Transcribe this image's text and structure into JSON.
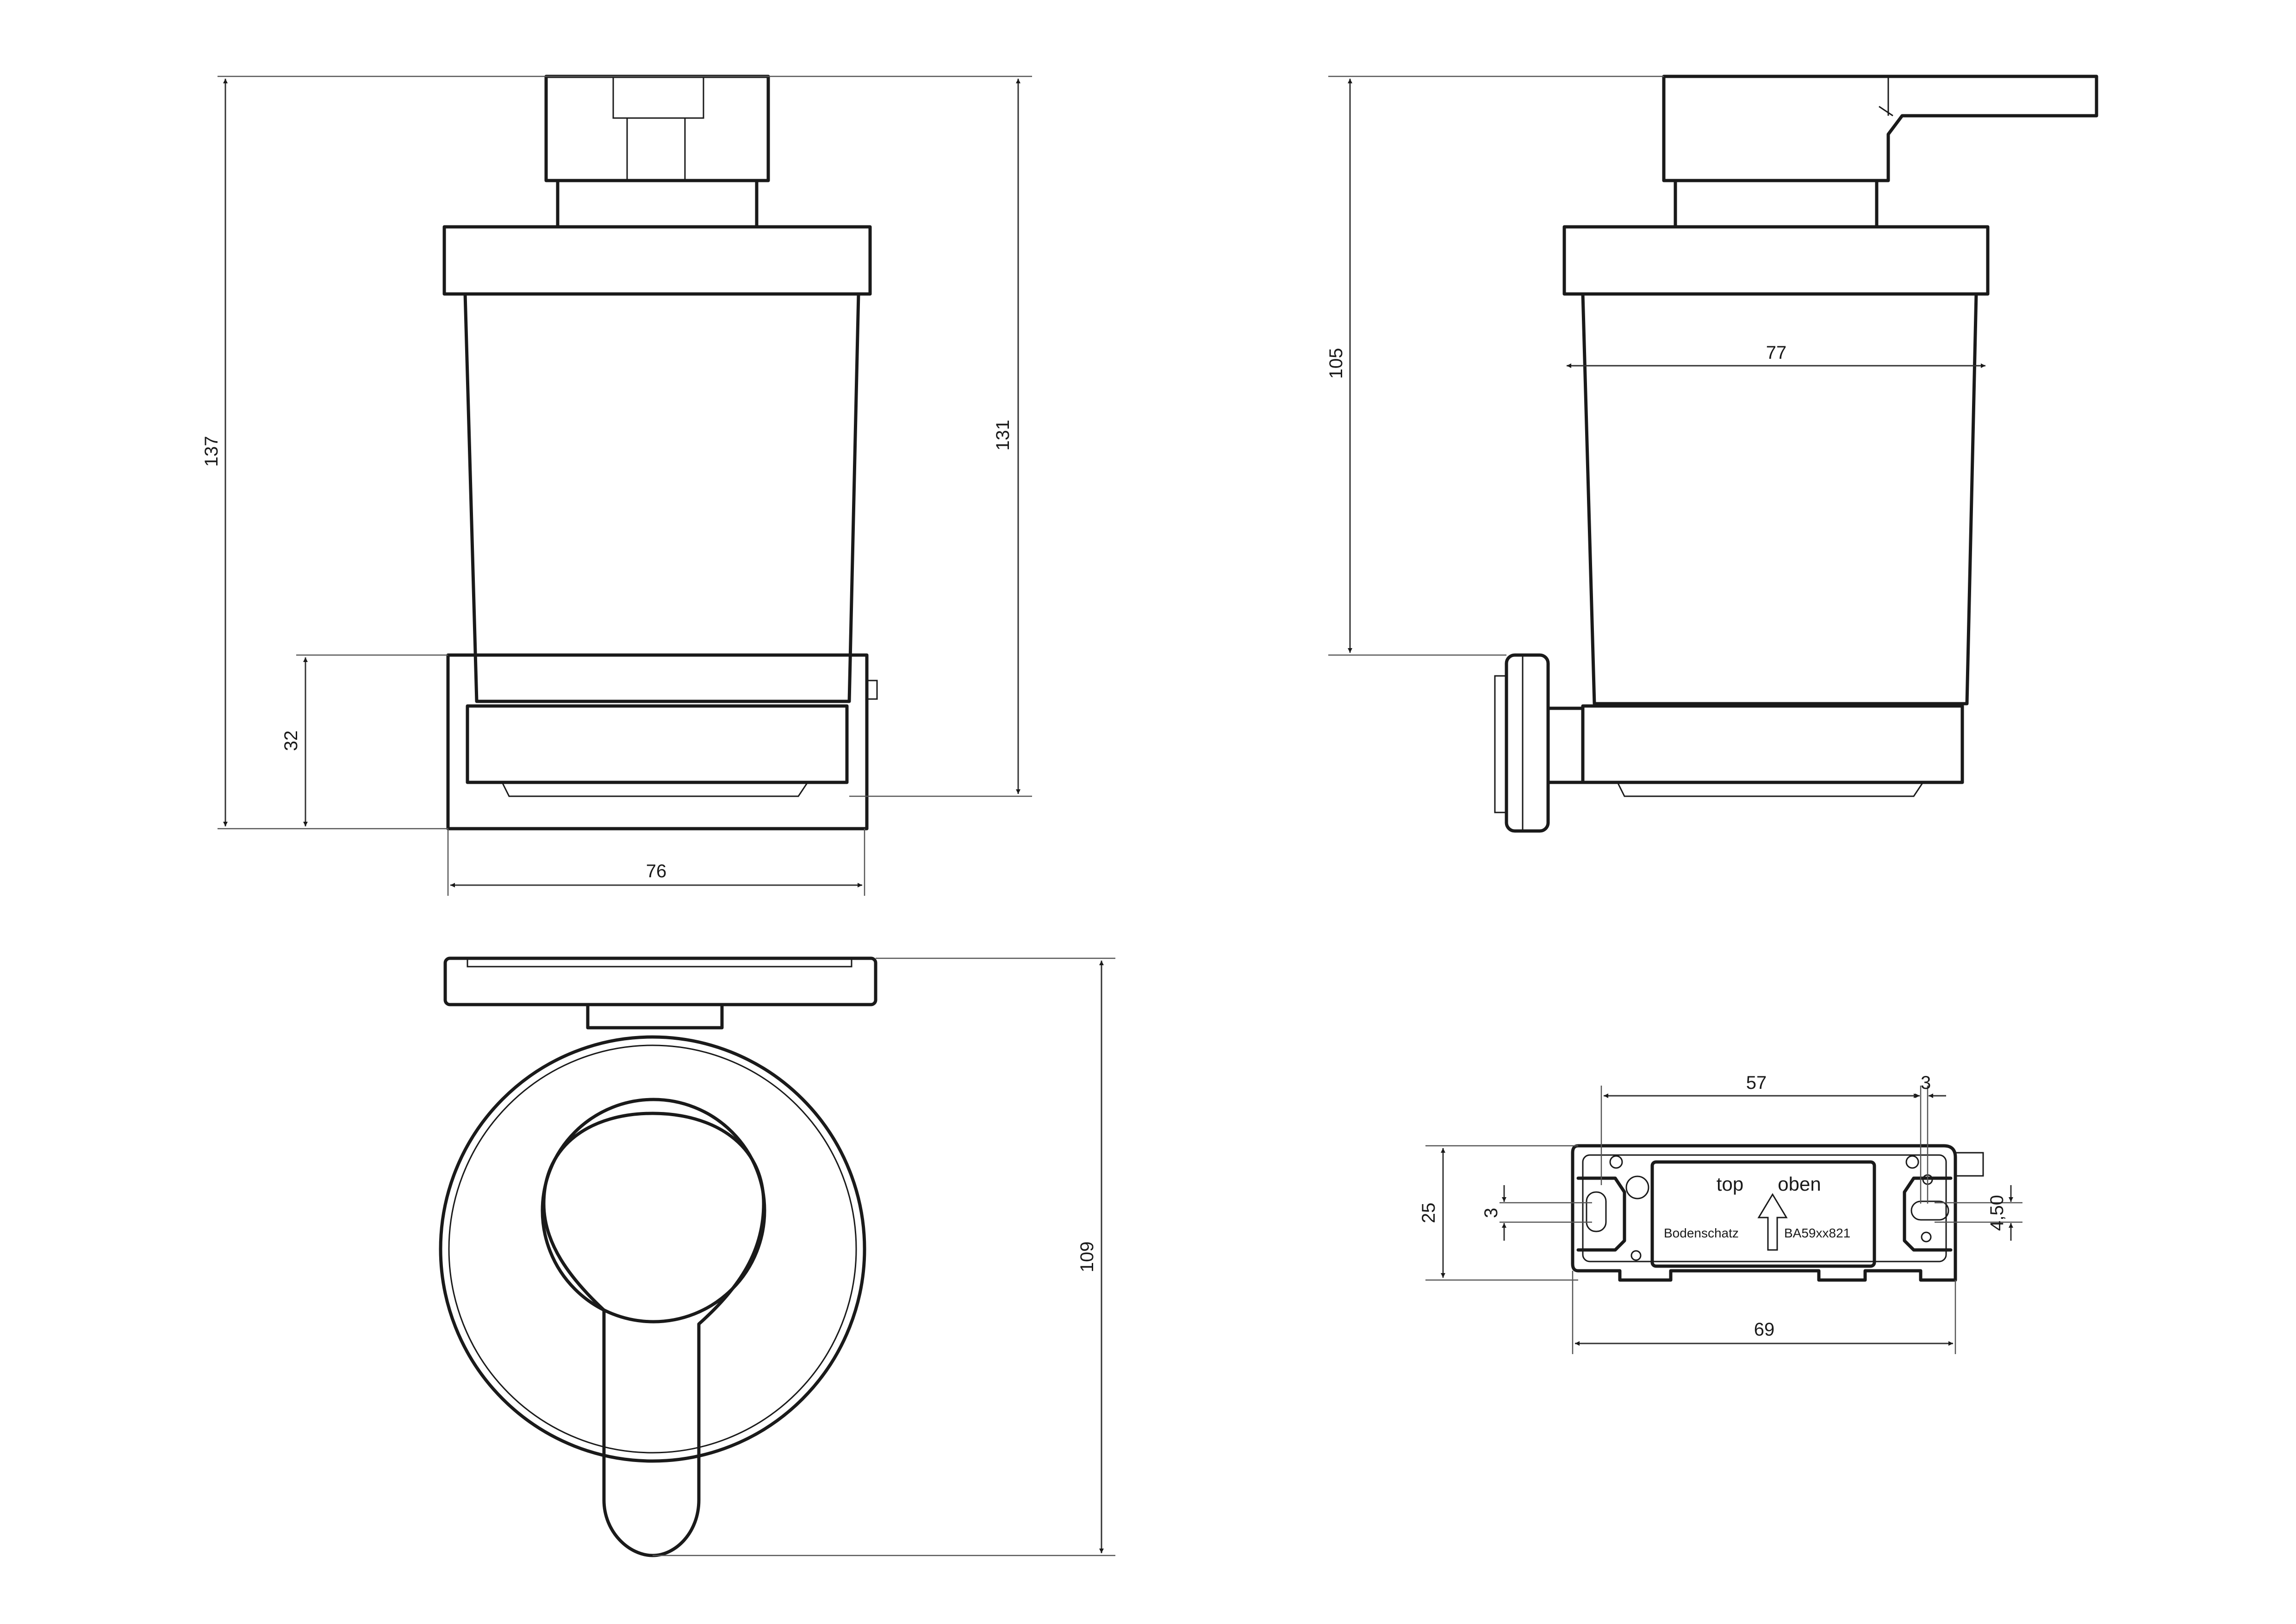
{
  "dimensions": {
    "overall_height": "137",
    "body_height": "131",
    "base_height": "32",
    "base_width": "76",
    "side_height": "105",
    "glass_width": "77",
    "top_depth": "109",
    "plate_hole_spacing": "57",
    "plate_offset": "3",
    "plate_height": "25",
    "slot_width": "3",
    "slot_height": "4,50",
    "plate_width": "69"
  },
  "plate": {
    "label_top": "top",
    "label_oben": "oben",
    "brand": "Bodenschatz",
    "code": "BA59xx821"
  }
}
